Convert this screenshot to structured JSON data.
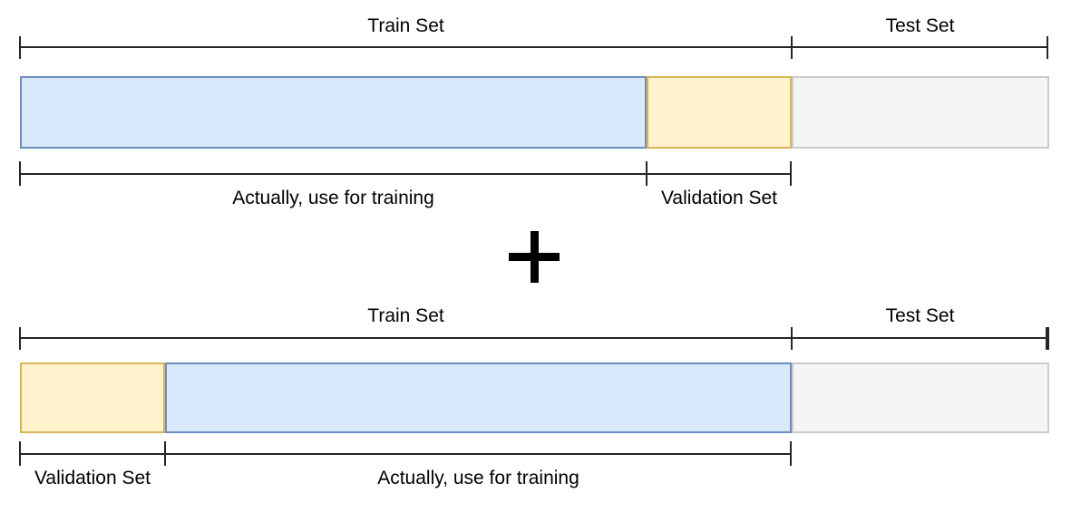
{
  "palette": {
    "train_fill": "#dae8fc",
    "train_stroke": "#6c8ebf",
    "validation_fill": "#fff2cc",
    "validation_stroke": "#d6b656",
    "test_fill": "#f5f5f5",
    "test_stroke": "#cccccc",
    "bracket_color": "#262626",
    "plus_color": "#000000",
    "text_color": "#000000"
  },
  "diagrams": [
    {
      "position": "top",
      "top_labels": {
        "train": "Train Set",
        "test": "Test Set"
      },
      "segments": [
        {
          "name": "actual-training",
          "role": "train",
          "width_pct": 60.9
        },
        {
          "name": "validation",
          "role": "validation",
          "width_pct": 14.1
        },
        {
          "name": "test",
          "role": "test",
          "width_pct": 25.0
        }
      ],
      "bottom_labels": {
        "left": "Actually, use for training",
        "right": "Validation Set"
      }
    },
    {
      "position": "bottom",
      "top_labels": {
        "train": "Train Set",
        "test": "Test Set"
      },
      "segments": [
        {
          "name": "validation",
          "role": "validation",
          "width_pct": 14.1
        },
        {
          "name": "actual-training",
          "role": "train",
          "width_pct": 60.9
        },
        {
          "name": "test",
          "role": "test",
          "width_pct": 25.0
        }
      ],
      "bottom_labels": {
        "left": "Validation Set",
        "right": "Actually, use for training"
      }
    }
  ]
}
